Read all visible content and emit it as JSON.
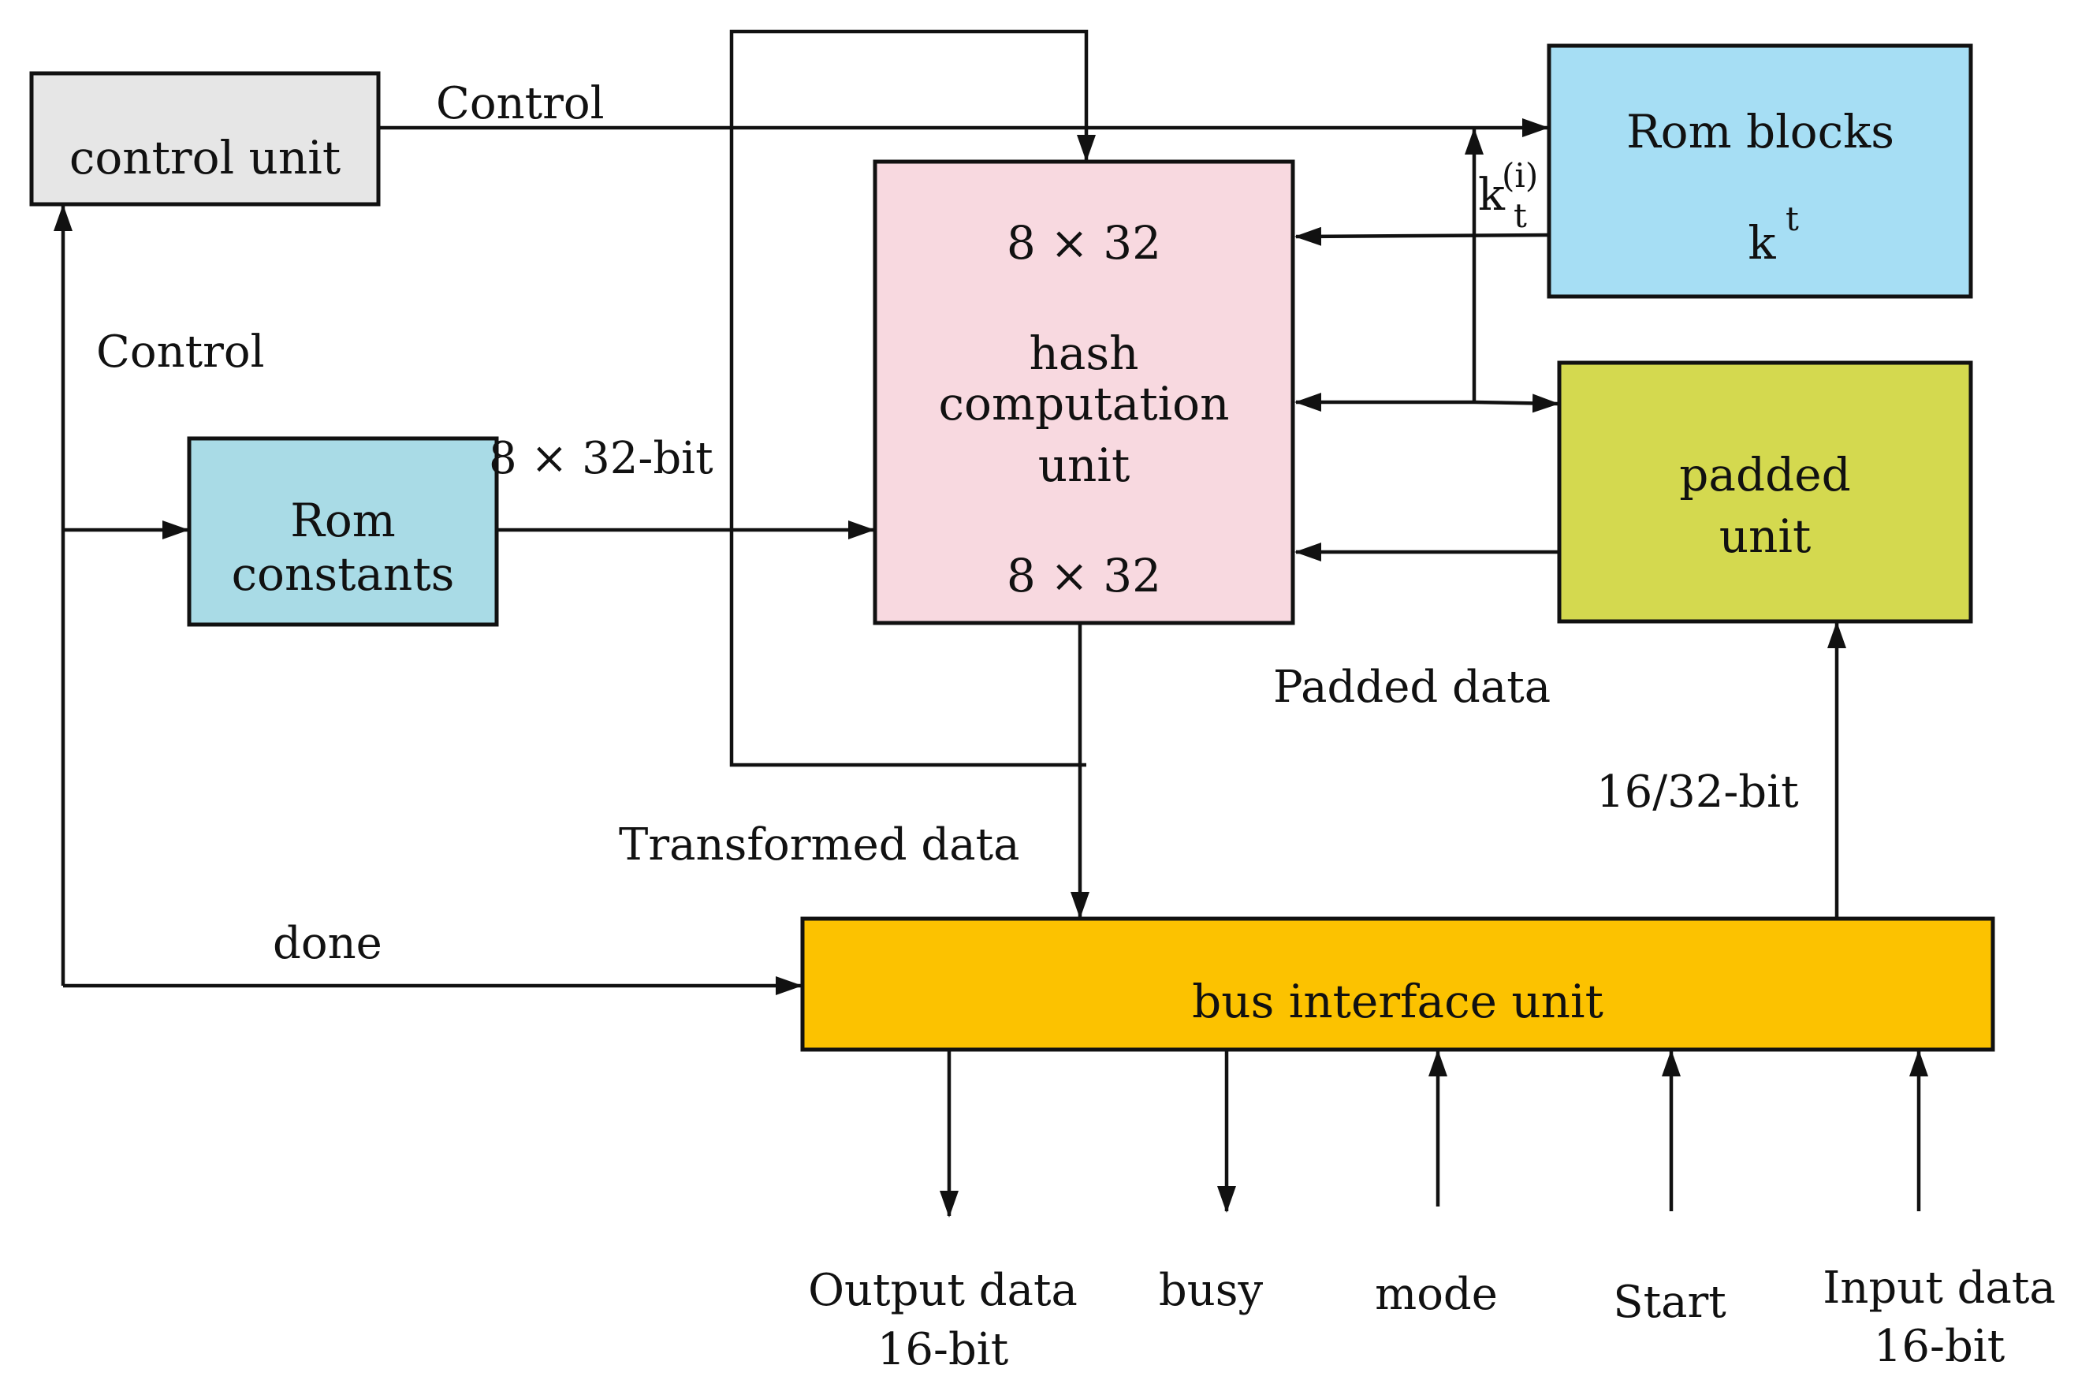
{
  "blocks": {
    "control_unit": {
      "label": "control unit",
      "fill": "#e6e6e6"
    },
    "rom_blocks": {
      "label": "Rom blocks",
      "sub": "k",
      "sup": "t",
      "fill": "#a6def4"
    },
    "hash_unit": {
      "top": "8 × 32",
      "line1": "hash",
      "line2": "computation",
      "line3": "unit",
      "bottom": "8 × 32",
      "fill": "#f8d9e0"
    },
    "padded_unit": {
      "line1": "padded",
      "line2": "unit",
      "fill": "#d4d94f"
    },
    "rom_constants": {
      "line1": "Rom",
      "line2": "constants",
      "fill": "#a9dbe6"
    },
    "bus_interface": {
      "label": "bus interface unit",
      "fill": "#fcc200"
    }
  },
  "signals": {
    "control_top": "Control",
    "control_left": "Control",
    "width_8x32": "8 × 32-bit",
    "k_main": "k",
    "k_sup": "(i)",
    "k_sub": "t",
    "padded_data": "Padded data",
    "transformed_data": "Transformed data",
    "width_16_32": "16/32-bit",
    "done": "done"
  },
  "ports": [
    {
      "line1": "Output data",
      "line2": "16-bit",
      "direction": "out"
    },
    {
      "line1": "busy",
      "line2": "",
      "direction": "out"
    },
    {
      "line1": "mode",
      "line2": "",
      "direction": "in"
    },
    {
      "line1": "Start",
      "line2": "",
      "direction": "in"
    },
    {
      "line1": "Input data",
      "line2": "16-bit",
      "direction": "in"
    }
  ]
}
